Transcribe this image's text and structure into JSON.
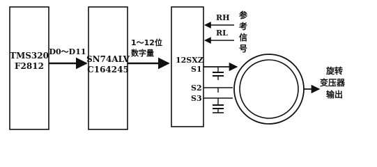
{
  "blocks": {
    "dsp": {
      "line1": "TMS320",
      "line2": "F2812"
    },
    "buffer": {
      "line1": "SN74ALV",
      "line2": "C164245"
    },
    "converter": {
      "name": "12SXZ"
    }
  },
  "buses": {
    "dsp_to_buffer": "D0～D11",
    "buffer_to_converter": {
      "line1": "1～12位",
      "line2": "数字量"
    }
  },
  "ports": {
    "rh": "RH",
    "rl": "RL",
    "s1": "S1",
    "s2": "S2",
    "s3": "S3"
  },
  "reference_signal": {
    "chars": [
      "参",
      "考",
      "信",
      "号"
    ]
  },
  "resolver_output": {
    "line1": "旋转",
    "line2": "变压器",
    "line3": "输出"
  },
  "colors": {
    "ink": "#111111",
    "background": "#ffffff"
  }
}
